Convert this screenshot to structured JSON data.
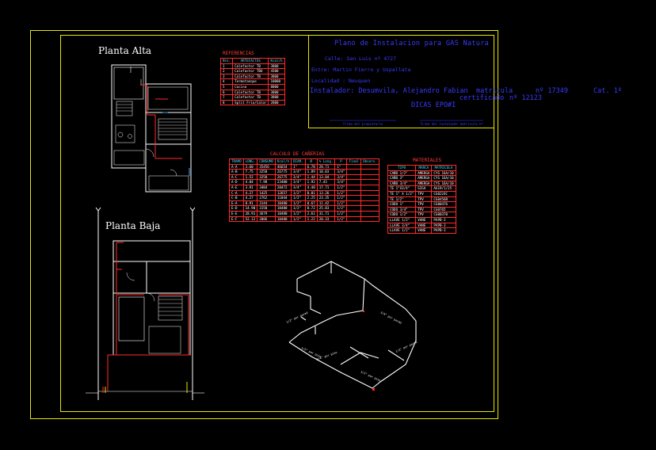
{
  "colors": {
    "background": "#000000",
    "frame": "#e6e600",
    "walls": "#ffffff",
    "pipes": "#ff2b2b",
    "text_blue": "#3a3aff",
    "header_cyan": "#3fe3ff"
  },
  "plans": {
    "upper_title": "Planta Alta",
    "lower_title": "Planta Baja"
  },
  "project": {
    "title": "Plano de Instalacion para GAS Natura",
    "address": "Calle: San Luis nº 4727",
    "between": "Entre: Martin Fierro y Uspallata",
    "locality": "Localidad : Neuquen",
    "installer": "Instalador: Desumvila, Alejandro Fabian",
    "matricula": "matricula",
    "matricula_nro": "nº 17349",
    "categoria": "Cat. 1º",
    "certificado": "certificado",
    "certificado_nro": "nº 12123",
    "company": "DICAS EPO#I",
    "sig_left": "firma del propietario",
    "sig_right": "firma del instalador matricula nº"
  },
  "referencias": {
    "title": "REFERENCIAS",
    "headers": [
      "Nro.",
      "ARTEFACTOS",
      "Kcal/h"
    ],
    "rows": [
      [
        "1",
        "Calefactor TB",
        "3800"
      ],
      [
        "2",
        "Calefactor TBU",
        "4500"
      ],
      [
        "3",
        "Calefactor TB",
        "3800"
      ],
      [
        "4",
        "Termotanque",
        "10000"
      ],
      [
        "5",
        "Cocina",
        "8000"
      ],
      [
        "6",
        "Calefactor TB",
        "3800"
      ],
      [
        "7",
        "Calefactor TB",
        "3800"
      ],
      [
        "8",
        "Split Frio/Calor",
        "2800"
      ]
    ]
  },
  "calculo": {
    "title": "CALCULO DE CAÑERIAS",
    "headers": [
      "TRAMO",
      "LONG.",
      "CONSUMO",
      "Kcal/h",
      "DIAM.",
      "Ø",
      "% Long.",
      "P",
      "Final",
      "Observ."
    ],
    "rows": [
      [
        "A-A",
        "3.60",
        "35456",
        "46654",
        "1\"",
        "6.78",
        "28.71",
        "1\""
      ],
      [
        "A-B",
        "7.75",
        "3250",
        "26775",
        "3/4\"",
        "1.89",
        "10.03",
        "3/4\""
      ],
      [
        "A-C",
        "1.52",
        "3250",
        "26775",
        "3/4\"",
        "1.44",
        "13.04",
        "3/4\""
      ],
      [
        "A-D",
        "4.04",
        "7.98",
        "23400",
        "3/4\"",
        "1.92",
        "7.43",
        "3/4\""
      ],
      [
        "A-E",
        "3.91",
        "3404",
        "20472",
        "3/4\"",
        "4.40",
        "17.71",
        "1/2\""
      ],
      [
        "C-A",
        "4.27",
        "1425",
        "12657",
        "1/2\"",
        "0.01",
        "13.26",
        "1/2\""
      ],
      [
        "C-B",
        "4.27",
        "2762",
        "11044",
        "1/2\"",
        "2.25",
        "23.35",
        "1/2\""
      ],
      [
        "E-A",
        "8.91",
        "3144",
        "10480",
        "1/2\"",
        "0.67",
        "11.42",
        "1/2\""
      ],
      [
        "E-D",
        "14.90",
        "3150",
        "10480",
        "1/2\"",
        "0.72",
        "25.83",
        "1/2\""
      ],
      [
        "E-E",
        "28.91",
        "3679",
        "10480",
        "1/2\"",
        "2.61",
        "31.71",
        "1/2\""
      ],
      [
        "E-F",
        "52.12",
        "2086",
        "10480",
        "1/2\"",
        "1.22",
        "20.33",
        "1/2\""
      ]
    ]
  },
  "materiales": {
    "title": "MATERIALES",
    "headers": [
      "TIPO",
      "MARCA",
      "MATRICULA"
    ],
    "rows": [
      [
        "CAÑO 1/2\"",
        "AMERGA",
        "CYS 16A/10"
      ],
      [
        "CAÑO 3\"",
        "AMERGA",
        "CYS 16A/10"
      ],
      [
        "CAÑO 3/4\"",
        "AMERGA",
        "CYS 16A/10"
      ],
      [
        "TE 1\"X3/4\"",
        "SIGA",
        "AG19/1/25"
      ],
      [
        "TE 1\" X 1/2\"",
        "TPV",
        "CG0224C"
      ],
      [
        "TE 1/2\"",
        "TPV",
        "CG0456B"
      ],
      [
        "CODO 1\"",
        "TPV",
        "CG00476"
      ],
      [
        "CODO 3/4\"",
        "TPV",
        "CG0765"
      ],
      [
        "CODO 1/2\"",
        "TPV",
        "CG00370"
      ],
      [
        "LLAVE 1/2\"",
        "VANE",
        "PAPB-3"
      ],
      [
        "LLAVE 3/4\"",
        "VANE",
        "PAPB-3"
      ],
      [
        "LLAVE 1/2\"",
        "VANE",
        "PAPB-3"
      ]
    ]
  }
}
